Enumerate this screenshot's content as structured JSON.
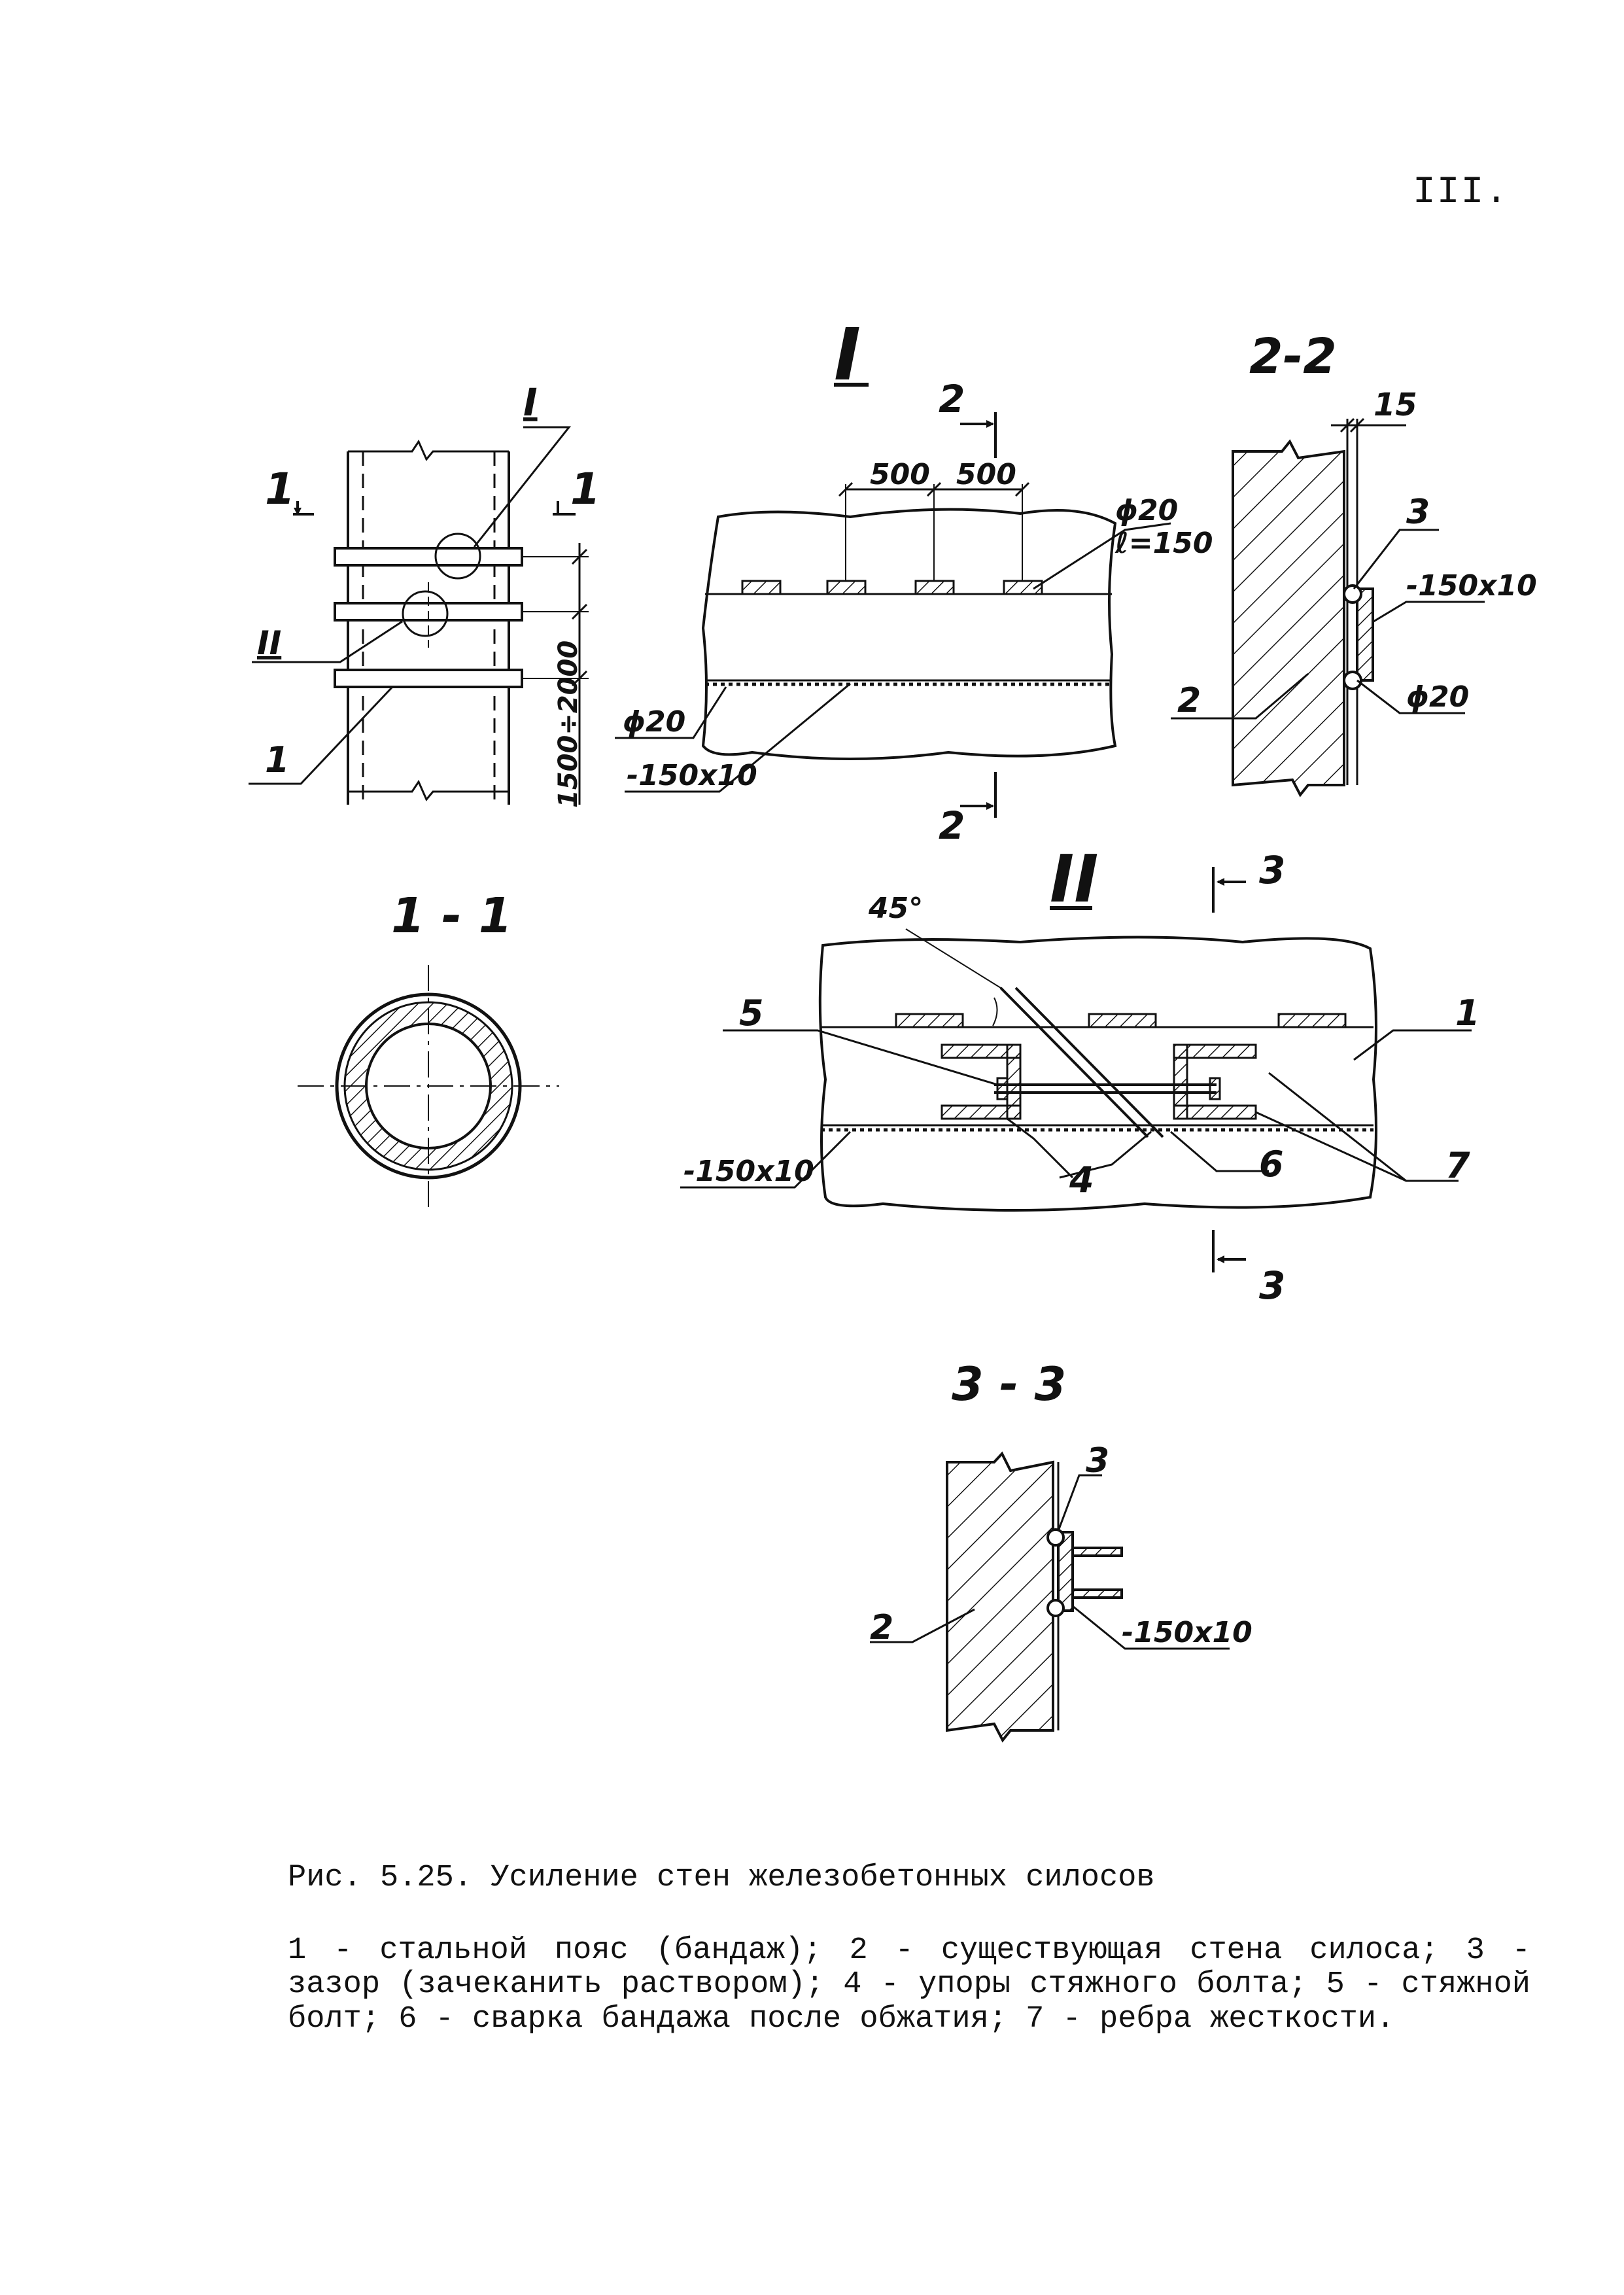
{
  "page_number": "III.",
  "caption": {
    "title": "Рис. 5.25.  Усиление стен железобетонных силосов",
    "legend": "1 - стальной пояс (бандаж); 2 - существующая стена силоса; 3 - зазор (зачеканить раствором); 4 - упоры стяжного болта; 5 - стяжной болт; 6 - сварка бандажа после обжатия; 7 - ребра жесткости."
  },
  "views": {
    "elevation": {
      "section_mark_left": "1",
      "section_mark_right": "1",
      "detail_I": "I",
      "detail_II": "II",
      "part_1": "1",
      "spacing": "1500÷2000"
    },
    "detail_I": {
      "title": "I",
      "section_mark_top": "2",
      "section_mark_bottom": "2",
      "dim_1": "500",
      "dim_2": "500",
      "bolt": "ϕ20",
      "length": "ℓ=150",
      "bar": "ϕ20",
      "strip": "-150x10"
    },
    "section_2_2": {
      "title": "2-2",
      "dim": "15",
      "part_3": "3",
      "strip": "-150x10",
      "part_2": "2",
      "bar": "ϕ20"
    },
    "section_1_1": {
      "title": "1 - 1"
    },
    "detail_II": {
      "title": "II",
      "angle": "45°",
      "section_mark_top": "3",
      "section_mark_bottom": "3",
      "part_5": "5",
      "part_1": "1",
      "strip": "-150x10",
      "part_4": "4",
      "part_6": "6",
      "part_7": "7"
    },
    "section_3_3": {
      "title": "3 - 3",
      "part_3": "3",
      "part_2": "2",
      "strip": "-150x10"
    }
  }
}
